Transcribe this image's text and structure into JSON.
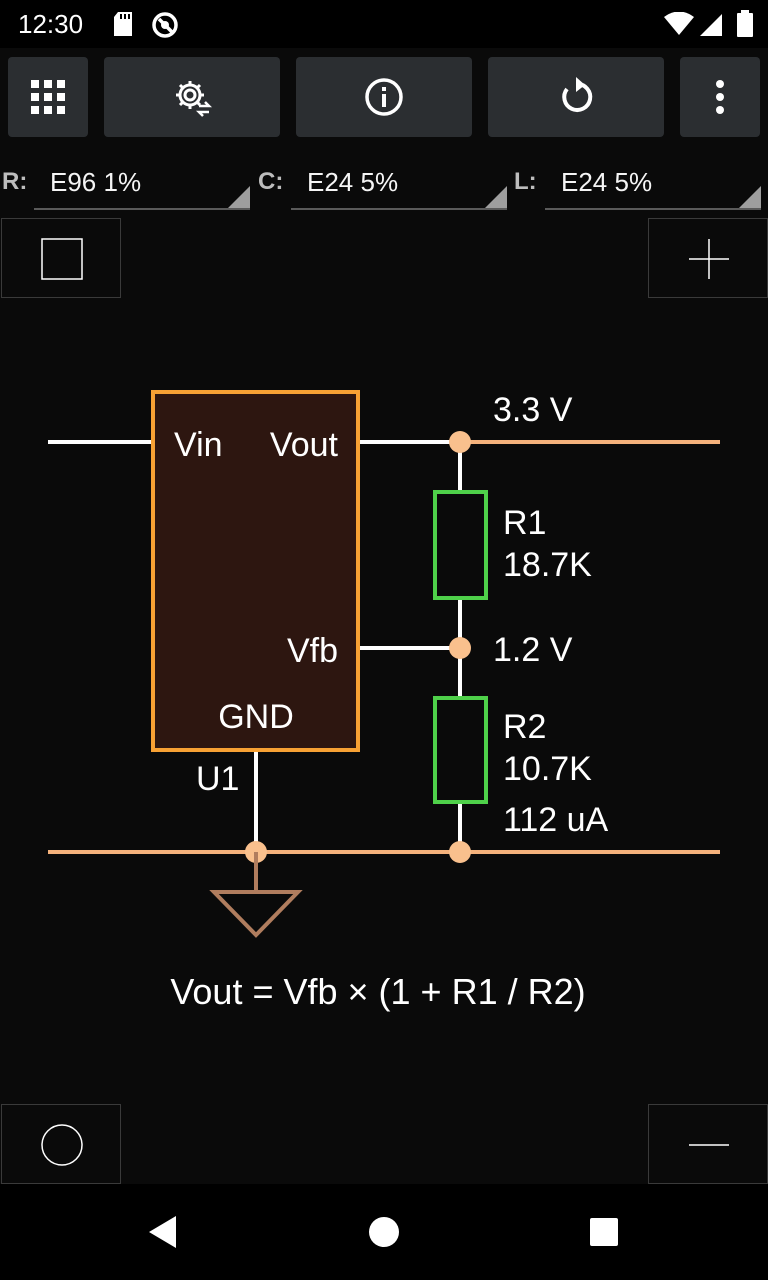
{
  "status_bar": {
    "time": "12:30",
    "icons": [
      "sd-card-icon",
      "vpn-icon",
      "wifi-icon",
      "signal-icon",
      "battery-icon"
    ]
  },
  "toolbar": {
    "buttons": [
      {
        "name": "apps-grid-icon"
      },
      {
        "name": "settings-sync-icon"
      },
      {
        "name": "info-icon"
      },
      {
        "name": "reset-icon"
      },
      {
        "name": "more-vert-icon"
      }
    ]
  },
  "selectors": {
    "r": {
      "label": "R:",
      "value": "E96 1%"
    },
    "c": {
      "label": "C:",
      "value": "E24 5%"
    },
    "l": {
      "label": "L:",
      "value": "E24 5%"
    }
  },
  "corner_tools": {
    "top_left": "square-icon",
    "top_right": "plus-icon",
    "bottom_left": "circle-icon",
    "bottom_right": "minus-icon"
  },
  "circuit": {
    "colors": {
      "wire": "#ffffff",
      "rail": "#f5b27c",
      "node": "#f9c08d",
      "chip_border": "#f7a134",
      "chip_fill": "#2d1610",
      "resistor": "#4fd14a",
      "ground": "#b07d5e"
    },
    "chip": {
      "pin_vin": "Vin",
      "pin_vout": "Vout",
      "pin_vfb": "Vfb",
      "pin_gnd": "GND",
      "ref": "U1"
    },
    "vout_label": "3.3 V",
    "vfb_label": "1.2 V",
    "r1": {
      "name": "R1",
      "value": "18.7K"
    },
    "r2": {
      "name": "R2",
      "value": "10.7K"
    },
    "current": "112 uA",
    "formula": "Vout = Vfb × (1 + R1 / R2)"
  },
  "nav_bar": {
    "buttons": [
      "back-icon",
      "home-icon",
      "recents-icon"
    ]
  }
}
